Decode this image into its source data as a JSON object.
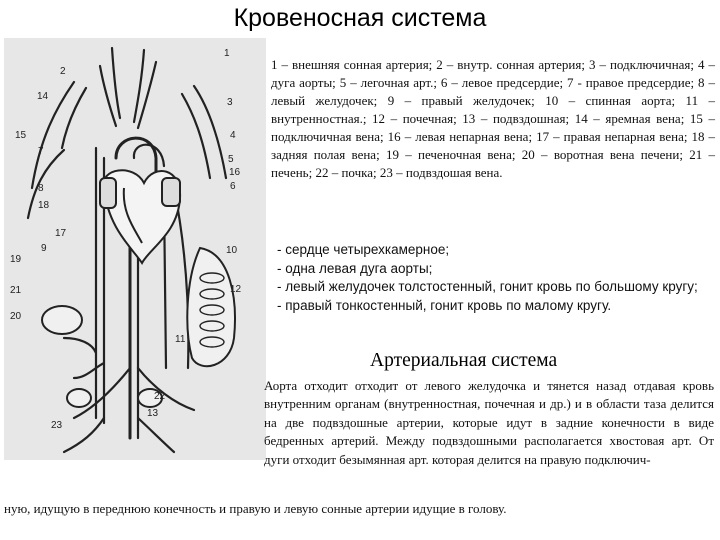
{
  "slide": {
    "title": "Кровеносная система"
  },
  "figure": {
    "labels": [
      "1",
      "2",
      "14",
      "3",
      "15",
      "4",
      "5",
      "16",
      "6",
      "7",
      "8",
      "18",
      "17",
      "9",
      "10",
      "19",
      "21",
      "20",
      "12",
      "11",
      "22",
      "13",
      "23"
    ]
  },
  "legend": {
    "text": "1 – внешняя сонная артерия; 2 – внутр. сонная артерия; 3 – подключичная; 4 – дуга аорты; 5 – легочная арт.; 6 – левое предсердие; 7 - правое предсердие; 8 – левый желудочек; 9 – правый желудочек; 10 – спинная аорта; 11 – внутренностная.; 12 – почечная; 13 – подвздошная; 14 – яремная вена; 15 – подключичная вена; 16 – левая непарная вена; 17 – правая непарная вена; 18 – задняя полая вена; 19 – печеночная вена; 20 – воротная вена печени; 21 – печень; 22 – почка; 23 – подвздошая вена."
  },
  "bullets": [
    "- сердце четырехкамерное;",
    "- одна левая дуга аорты;",
    "- левый желудочек толстостенный, гонит кровь по большому кругу;",
    "- правый тонкостенный, гонит кровь по малому кругу."
  ],
  "arterial": {
    "heading": "Артериальная система",
    "paragraph_main": "Аорта отходит отходит от левого желудочка и тянется назад отдавая кровь внутренним органам (внутренностная, почечная и др.) и в области таза делится на две подвздошные артерии, которые идут в задние конечности в виде бедренных артерий. Между подвздошными располагается хвостовая арт. От дуги отходит безымянная арт. которая делится на правую подключич-",
    "paragraph_tail": "ную, идущую в переднюю конечность и правую и левую сонные артерии идущие в голову."
  }
}
